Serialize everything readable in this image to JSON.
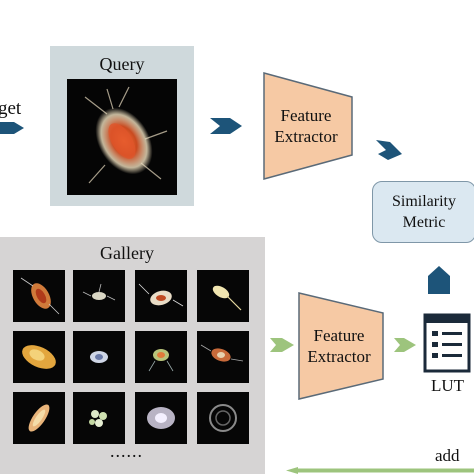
{
  "left_label": "get",
  "query": {
    "title": "Query",
    "image_icon": "copepod-specimen"
  },
  "feature_extractor_top": {
    "line1": "Feature",
    "line2": "Extractor"
  },
  "feature_extractor_bottom": {
    "line1": "Feature",
    "line2": "Extractor"
  },
  "similarity": {
    "line1": "Similarity",
    "line2": "Metric"
  },
  "gallery": {
    "title": "Gallery",
    "ellipsis": "......",
    "thumbnail_icons": [
      "copepod-specimen",
      "small-plankton-specimen",
      "copepod-specimen",
      "bright-plankton-specimen",
      "larva-specimen",
      "jellyfish-specimen",
      "green-plankton-specimen",
      "copepod-specimen",
      "rod-plankton-specimen",
      "colonial-plankton-specimen",
      "glowing-plankton-specimen",
      "shell-plankton-specimen"
    ]
  },
  "lut": {
    "label": "LUT",
    "icon": "list-table-icon"
  },
  "add_label": "add",
  "colors": {
    "navy_arrow": "#1d5479",
    "green_arrow": "#9dc47d",
    "extractor_fill": "#f6c9a4",
    "extractor_stroke": "#5a6a78",
    "query_panel": "#cfd9dc",
    "gallery_panel": "#d6d4d4",
    "similarity_fill": "#dbe8f1"
  }
}
